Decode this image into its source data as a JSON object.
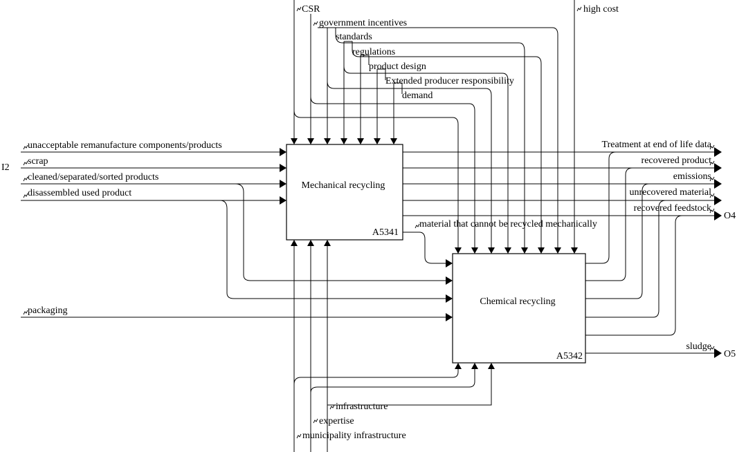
{
  "boxes": {
    "mechanical": {
      "title": "Mechanical recycling",
      "id": "A5341"
    },
    "chemical": {
      "title": "Chemical recycling",
      "id": "A5342"
    }
  },
  "node_labels": {
    "input": "I2",
    "output_main": "O4",
    "output_sludge": "O5"
  },
  "inputs": [
    "unacceptable remanufacture components/products",
    "scrap",
    "cleaned/separated/sorted products",
    "disassembled used product",
    "packaging"
  ],
  "controls": [
    "CSR",
    "government incentives",
    "standards",
    "regulations",
    "product design",
    "Extended producer responsibility",
    "demand",
    "high cost"
  ],
  "outputs": [
    "Treatment at end of life data",
    "recovered product",
    "emissions",
    "unrecovered material",
    "recovered feedstock",
    "sludge"
  ],
  "intermediate": "material that cannot be recycled mechanically",
  "mechanisms": [
    "infrastructure",
    "expertise",
    "municipality infrastructure"
  ]
}
